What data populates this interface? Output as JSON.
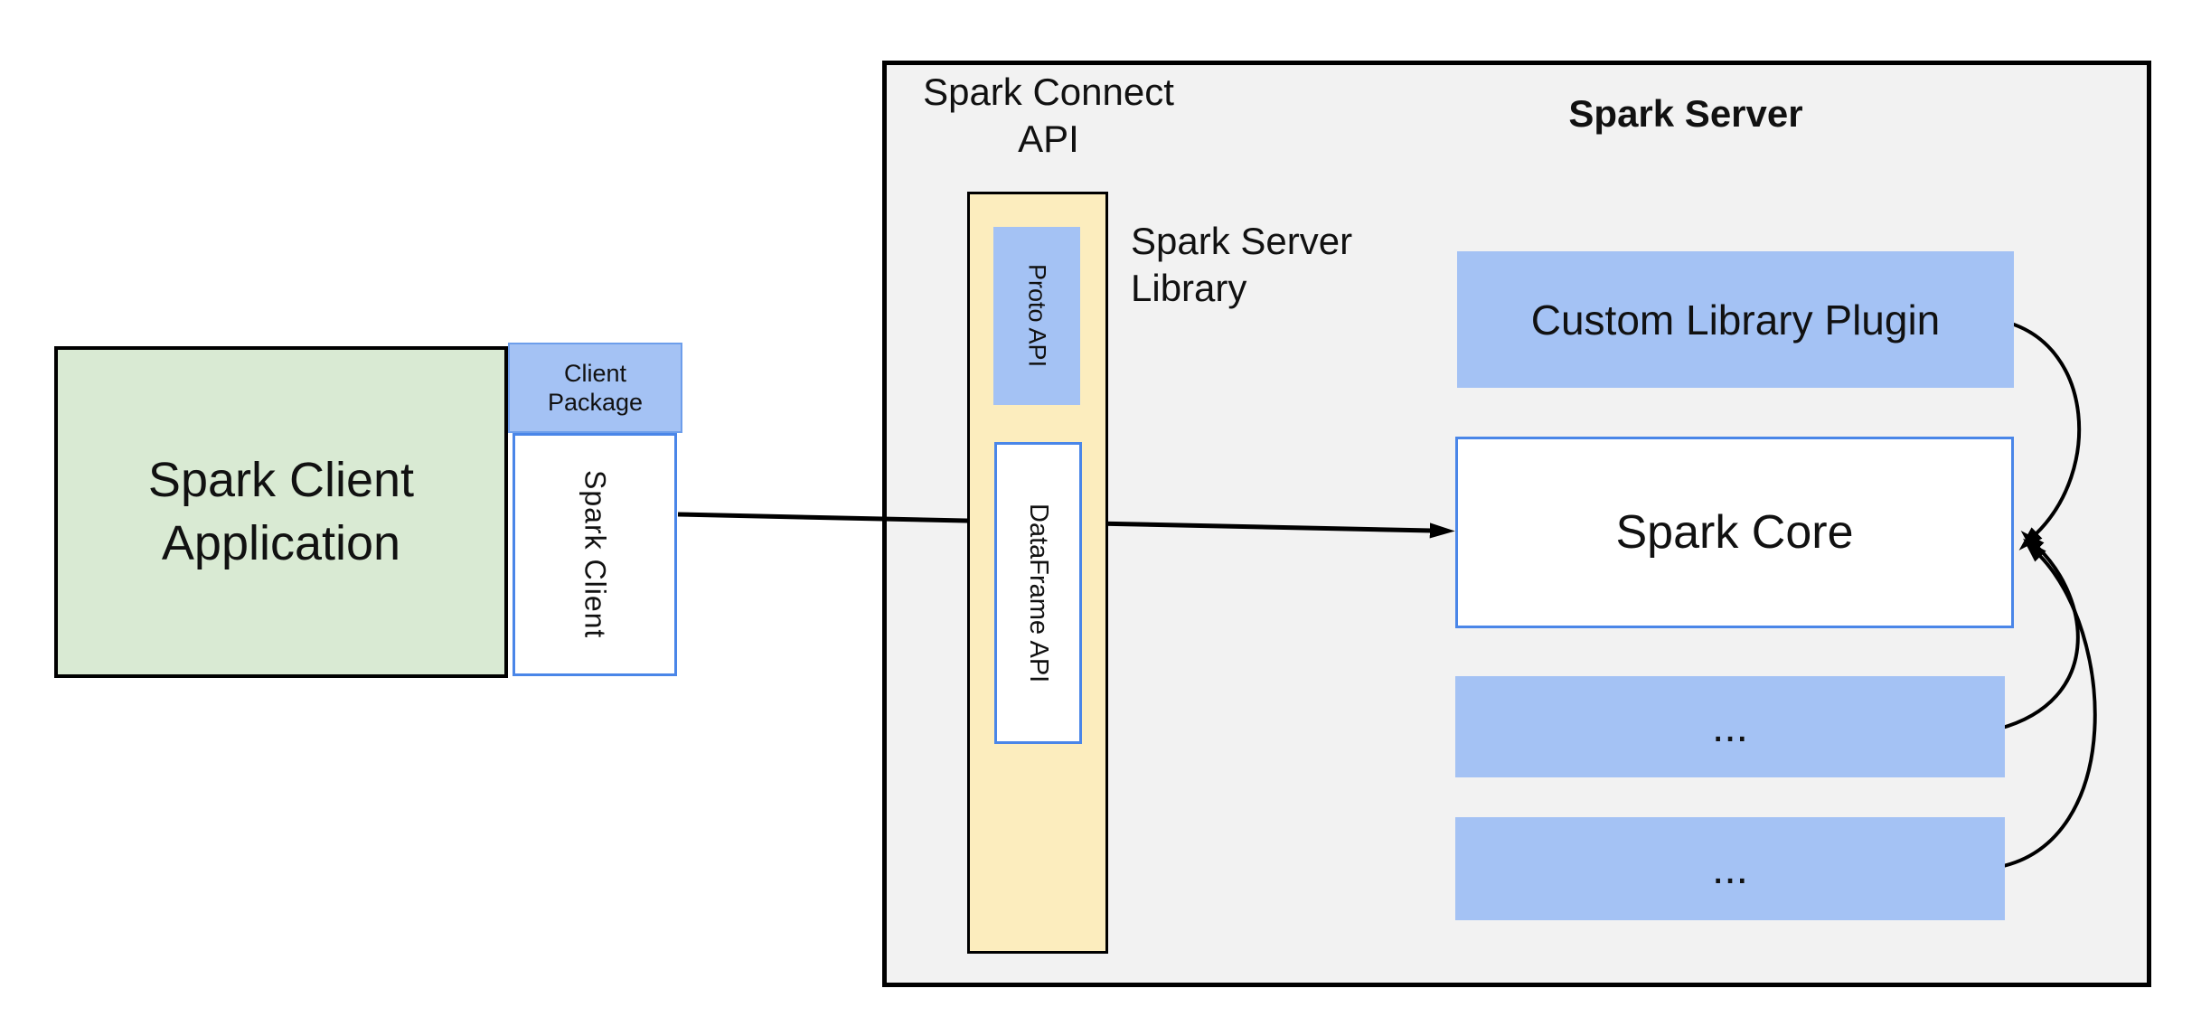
{
  "colors": {
    "page-bg": "#ffffff",
    "server-bg": "#f2f2f2",
    "green-fill": "#d9ead3",
    "blue-fill": "#a4c2f4",
    "yellow-fill": "#fcedbe",
    "blue-border": "#4a86e8",
    "package-border": "#6d9eeb",
    "box-border": "#000000",
    "text": "#111111",
    "line": "#000000"
  },
  "client": {
    "application_label": "Spark Client\nApplication",
    "package_label": "Client\nPackage",
    "spark_client_label": "Spark Client"
  },
  "connect_api": {
    "label": "Spark Connect\nAPI",
    "proto_label": "Proto API",
    "dataframe_label": "DataFrame API"
  },
  "server": {
    "title": "Spark Server",
    "library_label": "Spark Server\nLibrary",
    "plugin_label": "Custom Library Plugin",
    "core_label": "Spark Core",
    "ellipsis_1": "...",
    "ellipsis_2": "..."
  }
}
